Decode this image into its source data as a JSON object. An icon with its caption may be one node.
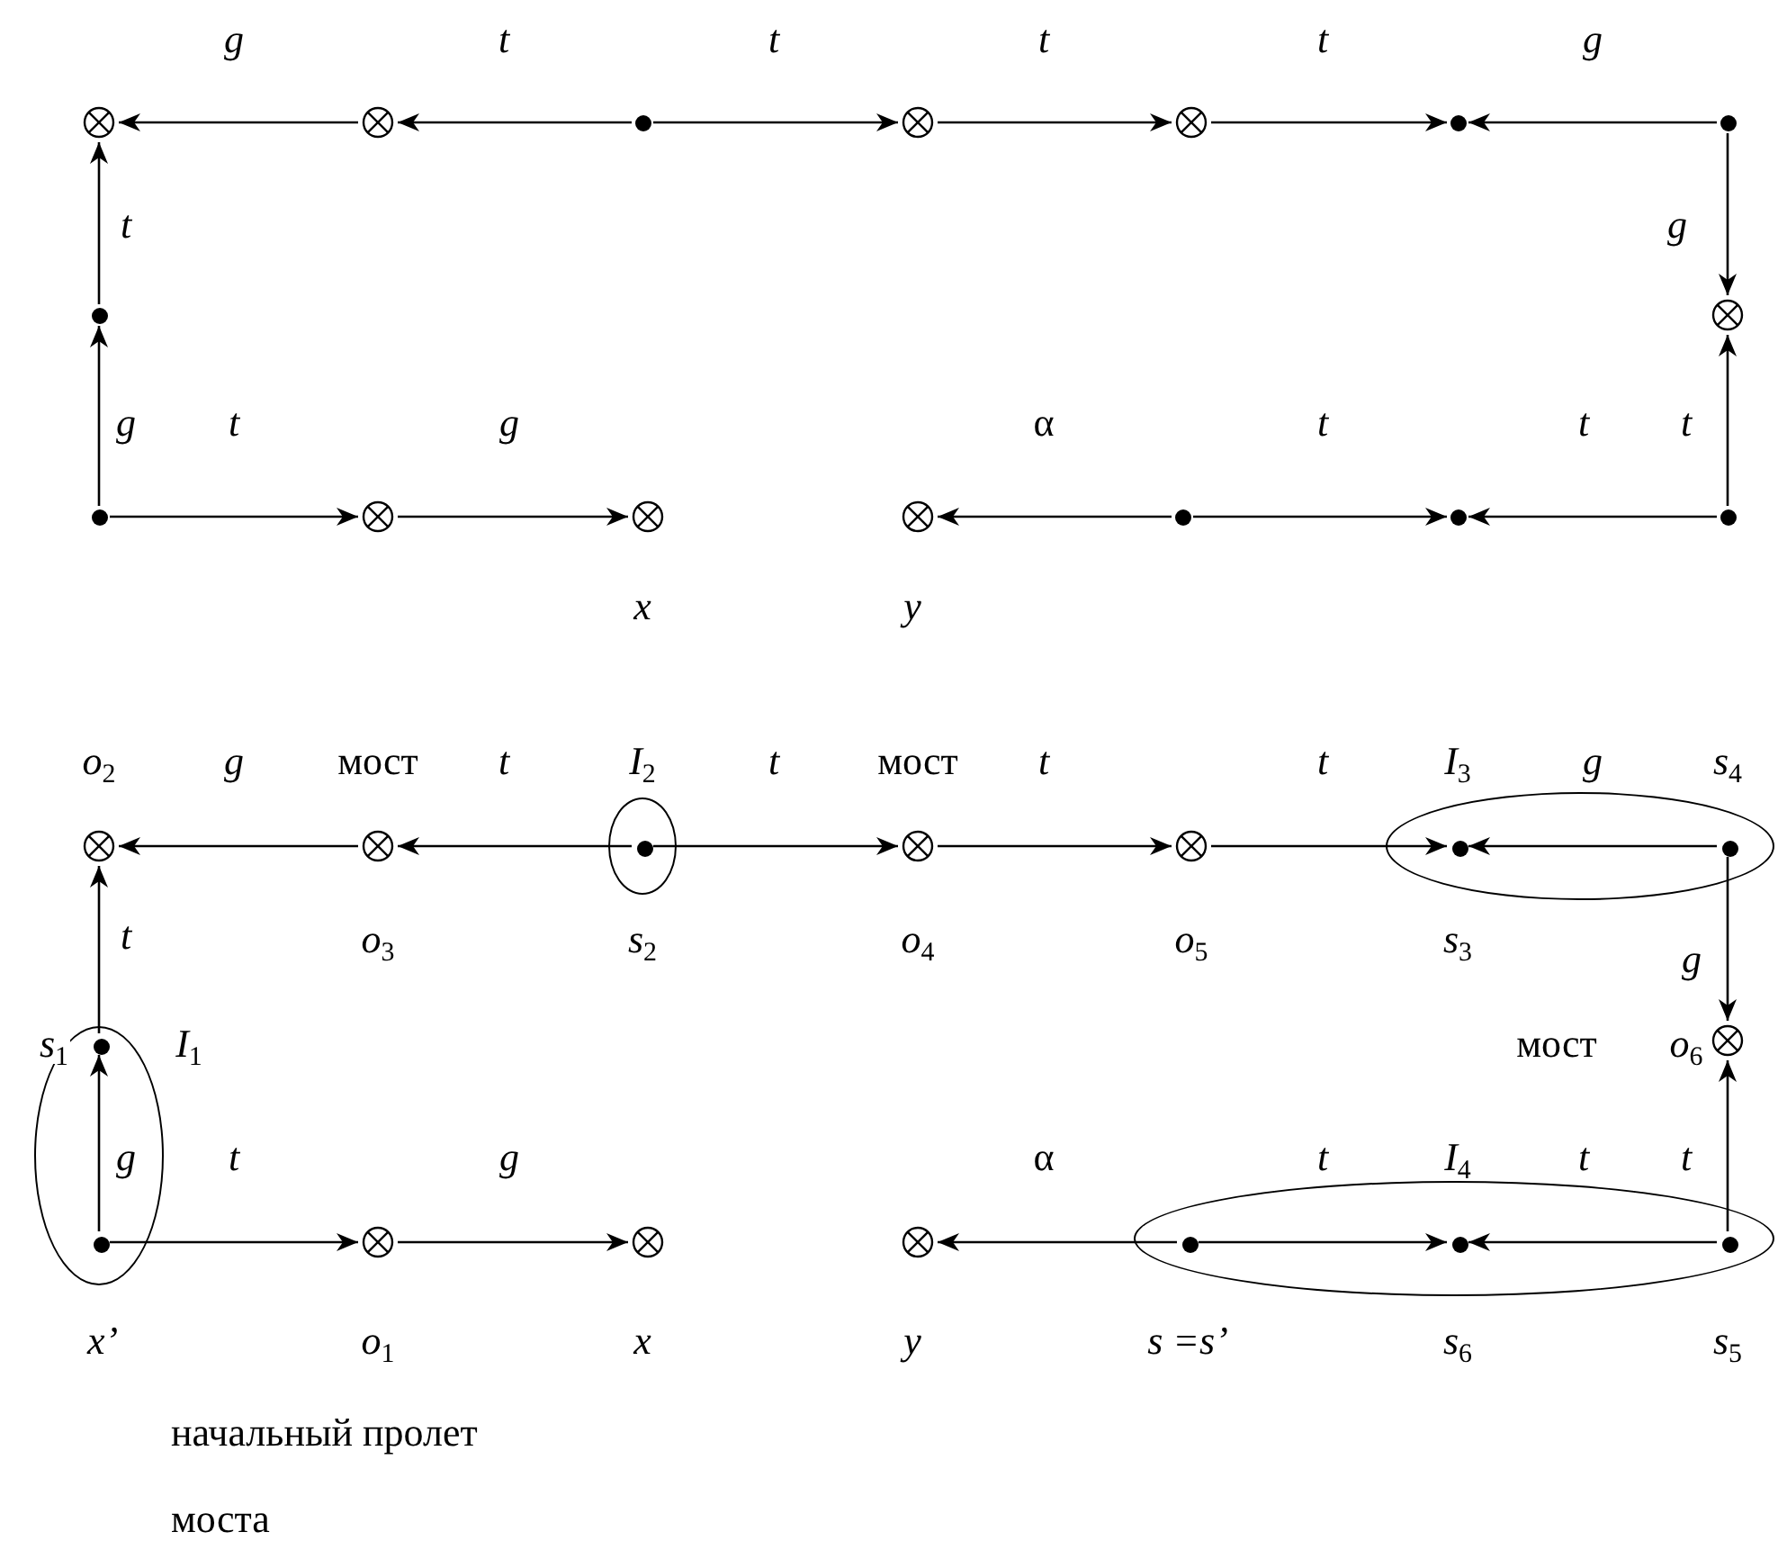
{
  "diagram": {
    "nodes": [
      {
        "text": [],
        "shape": "circle"
      },
      {
        "text": [],
        "shape": "circle"
      },
      {
        "text": [],
        "shape": "dot"
      },
      {
        "text": [],
        "shape": "circle"
      },
      {
        "text": [],
        "shape": "circle"
      },
      {
        "text": [],
        "shape": "dot"
      },
      {
        "text": [],
        "shape": "dot"
      },
      {
        "text": [],
        "shape": "circle"
      },
      {
        "text": [],
        "shape": "dot"
      },
      {
        "text": [],
        "shape": "dot"
      },
      {
        "text": [],
        "shape": "circle"
      },
      {
        "text": [],
        "shape": "circle",
        "beside": [
          "x"
        ]
      },
      {
        "text": [],
        "shape": "circle",
        "beside": [
          "y"
        ]
      },
      {
        "text": [],
        "shape": "dot"
      },
      {
        "text": [],
        "shape": "dot"
      },
      {
        "text": [],
        "shape": "dot"
      },
      {
        "text": [],
        "shape": "circle",
        "beside": [
          "o$_{2}$"
        ]
      },
      {
        "text": [],
        "shape": "circle",
        "beside": [
          "мост",
          "o$_{3}$"
        ]
      },
      {
        "text": [],
        "shape": "ellipse"
      },
      {
        "text": [],
        "shape": "dot",
        "in": 18,
        "beside": [
          "I$_{2}$",
          "s$_{2}$"
        ]
      },
      {
        "text": [],
        "shape": "circle",
        "beside": [
          "мост",
          "o$_{4}$"
        ]
      },
      {
        "text": [],
        "shape": "circle",
        "beside": [
          "o$_{5}$"
        ]
      },
      {
        "text": [],
        "shape": "ellipse"
      },
      {
        "text": [],
        "shape": "dot",
        "in": 22,
        "beside": [
          "I$_{3}$",
          "s$_{3}$"
        ]
      },
      {
        "text": [],
        "shape": "dot",
        "in": 22,
        "beside": [
          "s$_{4}$"
        ]
      },
      {
        "text": [],
        "shape": "ellipse"
      },
      {
        "text": [],
        "shape": "dot",
        "in": 25,
        "beside": [
          "s$_{1}$",
          "I$_{1}$"
        ]
      },
      {
        "text": [],
        "shape": "circle",
        "beside": [
          "мост",
          "o$_{6}$"
        ]
      },
      {
        "text": [],
        "shape": "dot",
        "in": 25,
        "beside": [
          "x’"
        ]
      },
      {
        "text": [],
        "shape": "circle",
        "beside": [
          "o$_{1}$"
        ]
      },
      {
        "text": [],
        "shape": "circle",
        "beside": [
          "x"
        ]
      },
      {
        "text": [],
        "shape": "circle",
        "beside": [
          "y"
        ]
      },
      {
        "text": [],
        "shape": "ellipse"
      },
      {
        "text": [],
        "shape": "dot",
        "in": 32,
        "beside": [
          "s =s’"
        ]
      },
      {
        "text": [],
        "shape": "dot",
        "in": 32,
        "beside": [
          "I$_{4}$",
          "s$_{6}$"
        ]
      },
      {
        "text": [],
        "shape": "dot",
        "in": 32,
        "beside": [
          "s$_{5}$"
        ]
      }
    ],
    "edges": [
      {
        "from": 1,
        "to": 0,
        "arrow": "to",
        "label": "g"
      },
      {
        "from": 2,
        "to": 1,
        "arrow": "to",
        "label": "t"
      },
      {
        "from": 2,
        "to": 3,
        "arrow": "to",
        "label": "t"
      },
      {
        "from": 3,
        "to": 4,
        "arrow": "to",
        "label": "t"
      },
      {
        "from": 4,
        "to": 5,
        "arrow": "to",
        "label": "t"
      },
      {
        "from": 6,
        "to": 5,
        "arrow": "to",
        "label": "g"
      },
      {
        "from": 6,
        "to": 7,
        "arrow": "to",
        "label": "g"
      },
      {
        "from": 15,
        "to": 7,
        "arrow": "to",
        "label": "t"
      },
      {
        "from": 8,
        "to": 0,
        "arrow": "to",
        "label": "t"
      },
      {
        "from": 9,
        "to": 8,
        "arrow": "to",
        "label": "g"
      },
      {
        "from": 9,
        "to": 10,
        "arrow": "to",
        "label": "t"
      },
      {
        "from": 10,
        "to": 11,
        "arrow": "to",
        "label": "g"
      },
      {
        "from": 13,
        "to": 12,
        "arrow": "to",
        "label": "α"
      },
      {
        "from": 13,
        "to": 14,
        "arrow": "to",
        "label": "t"
      },
      {
        "from": 15,
        "to": 14,
        "arrow": "to",
        "label": "t"
      },
      {
        "from": 17,
        "to": 16,
        "arrow": "to",
        "label": "g"
      },
      {
        "from": 19,
        "to": 17,
        "arrow": "to",
        "label": "t"
      },
      {
        "from": 19,
        "to": 20,
        "arrow": "to",
        "label": "t"
      },
      {
        "from": 20,
        "to": 21,
        "arrow": "to",
        "label": "t"
      },
      {
        "from": 21,
        "to": 23,
        "arrow": "to",
        "label": "t"
      },
      {
        "from": 24,
        "to": 23,
        "arrow": "to",
        "label": "g"
      },
      {
        "from": 24,
        "to": 27,
        "arrow": "to",
        "label": "g"
      },
      {
        "from": 35,
        "to": 27,
        "arrow": "to",
        "label": "t"
      },
      {
        "from": 26,
        "to": 16,
        "arrow": "to",
        "label": "t"
      },
      {
        "from": 28,
        "to": 26,
        "arrow": "to",
        "label": "g"
      },
      {
        "from": 28,
        "to": 29,
        "arrow": "to",
        "label": "t"
      },
      {
        "from": 29,
        "to": 30,
        "arrow": "to",
        "label": "g"
      },
      {
        "from": 33,
        "to": 31,
        "arrow": "to",
        "label": "α"
      },
      {
        "from": 33,
        "to": 34,
        "arrow": "to",
        "label": "t"
      },
      {
        "from": 35,
        "to": 34,
        "arrow": "to",
        "label": "t"
      }
    ],
    "labels": [
      "начальный пролет моста"
    ]
  }
}
